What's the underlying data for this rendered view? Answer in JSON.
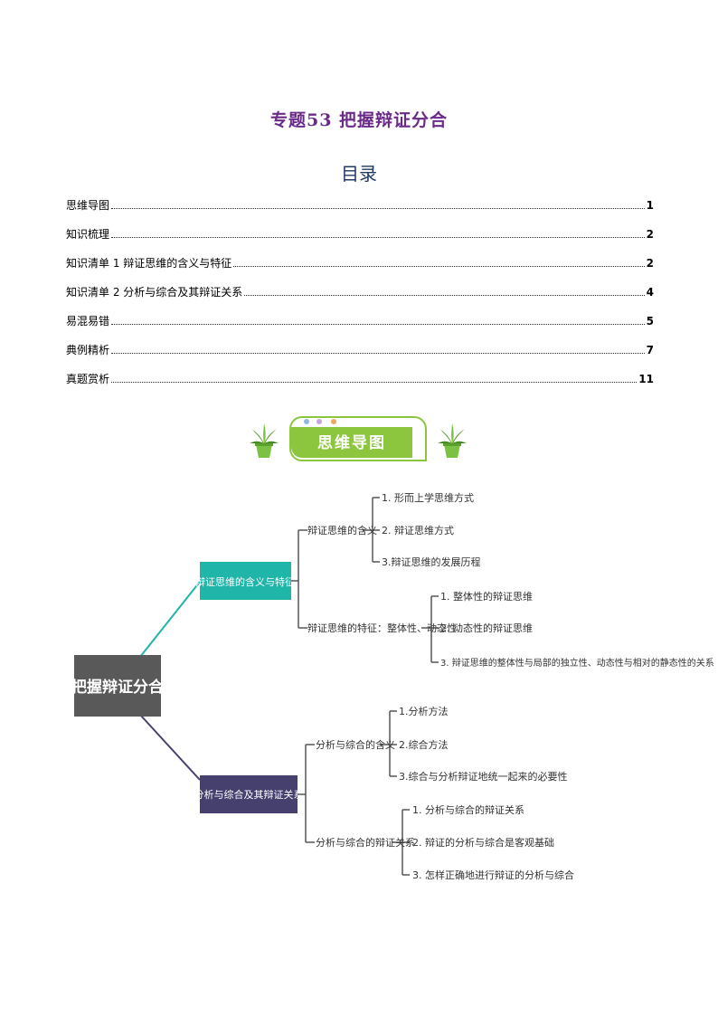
{
  "title": "专题53 把握辩证分合",
  "toc_heading": "目录",
  "toc": [
    {
      "label": "思维导图",
      "page": "1"
    },
    {
      "label": "知识梳理",
      "page": "2"
    },
    {
      "label": "知识清单 1 辩证思维的含义与特征",
      "page": "2"
    },
    {
      "label": "知识清单 2  分析与综合及其辩证关系",
      "page": "4"
    },
    {
      "label": "易混易错",
      "page": "5"
    },
    {
      "label": "典例精析",
      "page": "7"
    },
    {
      "label": "真题赏析",
      "page": "11"
    }
  ],
  "banner": {
    "label": "思维导图"
  },
  "mindmap": {
    "root": "把握辩证分合",
    "branch1": {
      "label": "辩证思维的含义与特征",
      "sub1": {
        "label": "辩证思维的含义",
        "items": [
          "1. 形而上学思维方式",
          "2. 辩证思维方式",
          "3.辩证思维的发展历程"
        ]
      },
      "sub2": {
        "label": "辩证思维的特征：整体性、动态性",
        "items": [
          "1. 整体性的辩证思维",
          "2. 动态性的辩证思维",
          "3. 辩证思维的整体性与局部的独立性、动态性与相对的静态性的关系"
        ]
      }
    },
    "branch2": {
      "label": "分析与综合及其辩证关系",
      "sub1": {
        "label": "分析与综合的含义",
        "items": [
          "1.分析方法",
          "2.综合方法",
          "3.综合与分析辩证地统一起来的必要性"
        ]
      },
      "sub2": {
        "label": "分析与综合的辩证关系",
        "items": [
          "1. 分析与综合的辩证关系",
          "2. 辩证的分析与综合是客观基础",
          "3. 怎样正确地进行辩证的分析与综合"
        ]
      }
    },
    "colors": {
      "root": "#595959",
      "branch1": "#1fb5a8",
      "branch2": "#45406e",
      "line": "#555555"
    }
  }
}
